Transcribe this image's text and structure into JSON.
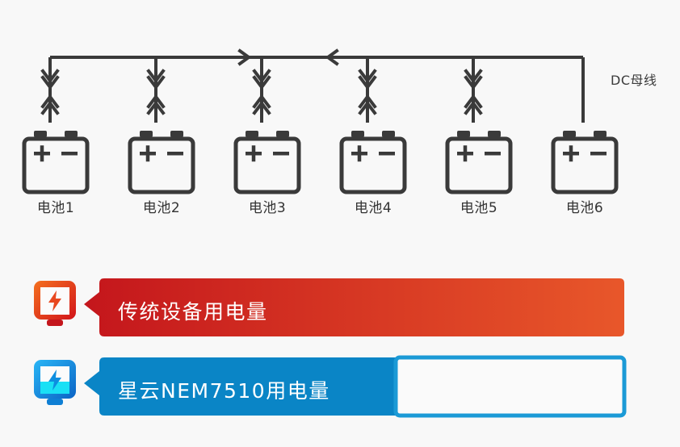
{
  "diagram": {
    "bus_label": "DC母线",
    "batteries": [
      {
        "label": "电池1"
      },
      {
        "label": "电池2"
      },
      {
        "label": "电池3"
      },
      {
        "label": "电池4"
      },
      {
        "label": "电池5"
      },
      {
        "label": "电池6"
      }
    ],
    "line_color": "#3a3a3a",
    "bus_arrow_right": "chevron-right",
    "bus_arrow_left": "chevron-left",
    "branch_arrows": [
      "arrow-down",
      "arrow-up"
    ]
  },
  "comparison": {
    "rows": [
      {
        "id": "legacy",
        "label": "传统设备用电量",
        "icon": "power-device-icon",
        "fill_ratio": 1.0,
        "color_start": "#c4161c",
        "color_end": "#e8572a",
        "icon_color_start": "#f05a28",
        "icon_color_end": "#d81e18"
      },
      {
        "id": "nebula",
        "label": "星云NEM7510用电量",
        "icon": "power-device-icon",
        "fill_ratio": 0.575,
        "color_start": "#0a85c6",
        "color_end": "#0a85c6",
        "icon_color_start": "#29b6f6",
        "icon_color_end": "#0b63c5",
        "hollow_color": "#1b9ad6"
      }
    ]
  },
  "chart_data": {
    "type": "bar",
    "title": "",
    "categories": [
      "传统设备用电量",
      "星云NEM7510用电量"
    ],
    "values": [
      100,
      57.5
    ],
    "value_unit": "%",
    "xlabel": "",
    "ylabel": "",
    "xlim": [
      0,
      100
    ],
    "grid": false,
    "legend": "none",
    "orientation": "horizontal",
    "notes": "第二条为部分填充条，余量以空心描边表示节省电量"
  },
  "colors": {
    "background": "#f8f8f8",
    "text": "#333333",
    "line": "#3a3a3a"
  }
}
